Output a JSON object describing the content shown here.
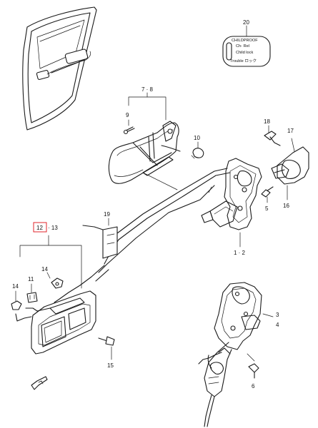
{
  "callouts": {
    "c20": "20",
    "c7_8": "7 · 8",
    "c9": "9",
    "c10": "10",
    "c18": "18",
    "c17": "17",
    "c16": "16",
    "c5": "5",
    "c1_2": "1 · 2",
    "c19": "19",
    "c12": "12",
    "c13": "· 13",
    "c14a": "14",
    "c11": "11",
    "c14b": "14",
    "c15": "15",
    "c3": "3",
    "c4": "4",
    "c6": "6"
  },
  "child_proof_label": {
    "line1": "CHILDPROOF",
    "line2": "Ch- Rel",
    "line3": "Child lock",
    "line4": "Trouble ロック"
  },
  "colors": {
    "line": "#1a1a1a",
    "highlight": "#e0262b",
    "background": "#ffffff"
  }
}
